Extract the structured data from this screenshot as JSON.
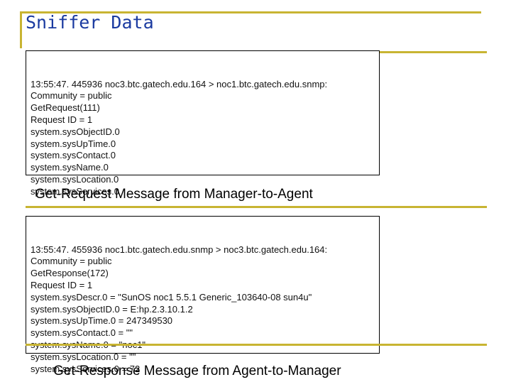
{
  "title": "Sniffer Data",
  "request_box": {
    "lines": [
      "13:55:47. 445936 noc3.btc.gatech.edu.164 > noc1.btc.gatech.edu.snmp:",
      "Community = public",
      "GetRequest(111)",
      "Request ID = 1",
      "system.sysObjectID.0",
      "system.sysUpTime.0",
      "system.sysContact.0",
      "system.sysName.0",
      "system.sysLocation.0",
      "system.sysServices.0"
    ]
  },
  "request_caption": "Get-Request Message from Manager-to-Agent",
  "response_box": {
    "lines": [
      "13:55:47. 455936 noc1.btc.gatech.edu.snmp > noc3.btc.gatech.edu.164:",
      "Community = public",
      "GetResponse(172)",
      "Request ID = 1",
      "system.sysDescr.0 = \"SunOS noc1 5.5.1 Generic_103640-08 sun4u\"",
      "system.sysObjectID.0 = E:hp.2.3.10.1.2",
      "system.sysUpTime.0 = 247349530",
      "system.sysContact.0 = \"\"",
      "system.sysName.0 = \"noc1\"",
      "system.sysLocation.0 = \"\"",
      "system.sysServices.0 = 72"
    ]
  },
  "response_caption": "Get-Response Message from Agent-to-Manager",
  "colors": {
    "accent": "#c8b432",
    "title": "#1a3aa0"
  }
}
